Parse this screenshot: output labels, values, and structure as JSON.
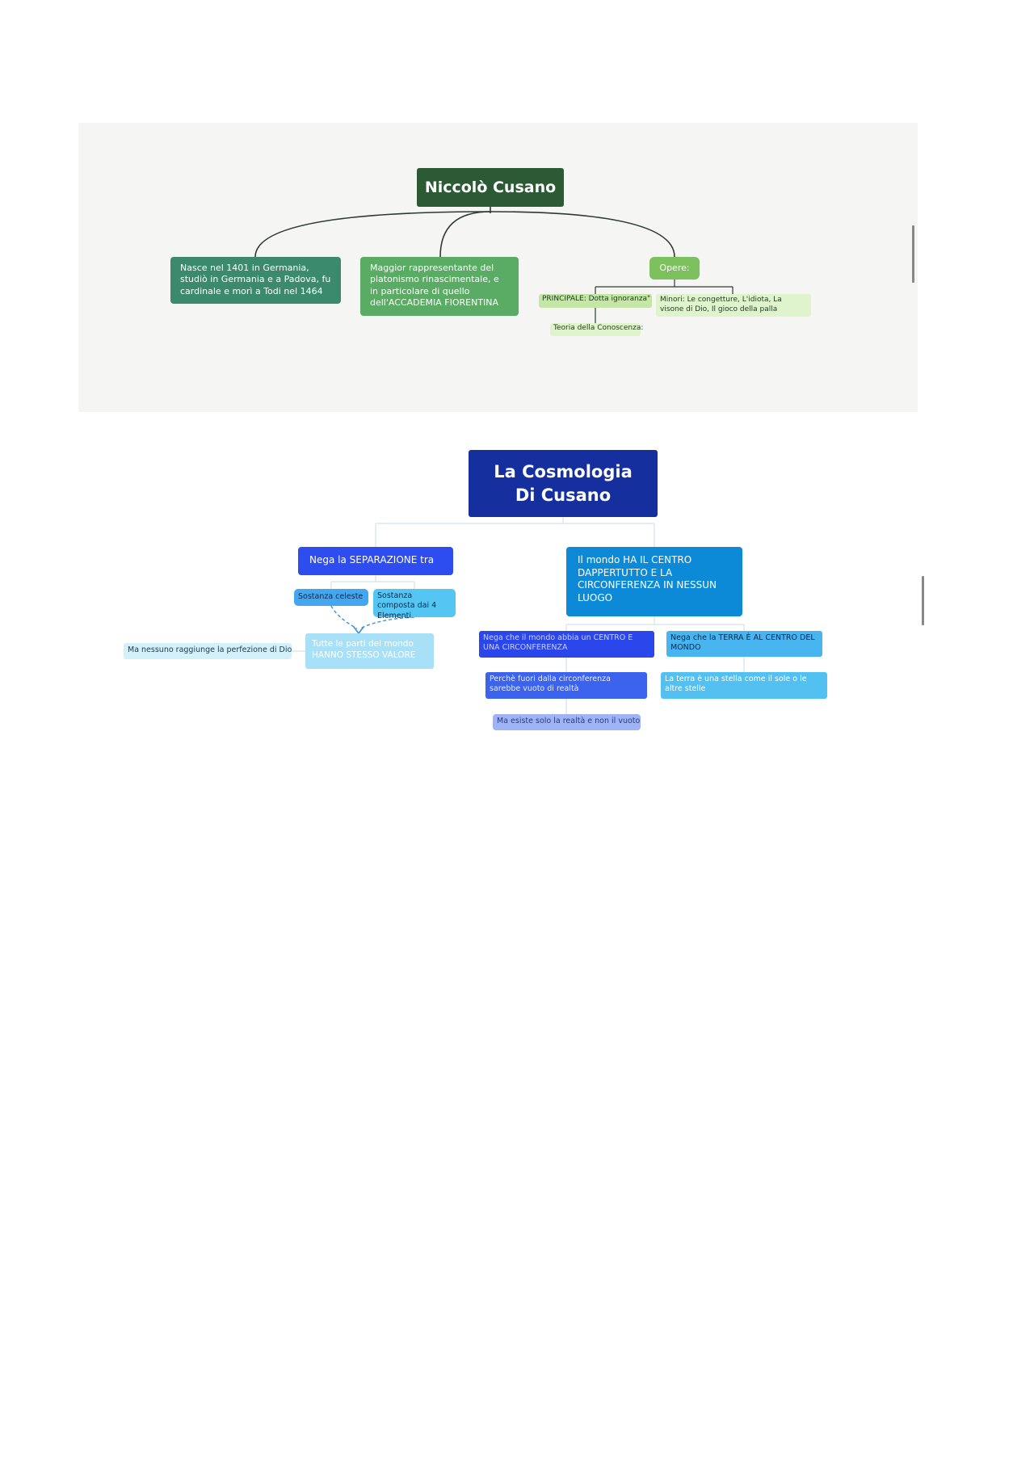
{
  "map1": {
    "root": "Niccolò Cusano",
    "birth": "Nasce nel 1401 in Germania, studiò in Germania e a Padova, fu cardinale e morì a Todi nel 1464",
    "representative": "Maggior rappresentante del platonismo rinascimentale, e in particolare di quello dell'ACCADEMIA FIORENTINA",
    "works": "Opere:",
    "works_main": "PRINCIPALE: Dotta ignoranza\"",
    "works_minor": "Minori: Le congetture, L'idiota, La visone di Dio, Il gioco della palla",
    "knowledge": "Teoria della Conoscenza:"
  },
  "map2": {
    "root": "La Cosmologia Di Cusano",
    "separation": "Nega la SEPARAZIONE tra",
    "world_center": "Il mondo HA IL CENTRO DAPPERTUTTO E LA CIRCONFERENZA IN NESSUN LUOGO",
    "celestial": "Sostanza celeste",
    "composed": "Sostanza composta dai 4 Elementi",
    "same_value": "Tutte le parti del mondo HANNO STESSO VALORE",
    "perfection": "Ma nessuno raggiunge la perfezione di Dio",
    "denies_center": "Nega che il mondo abbia un CENTRO E UNA CIRCONFERENZA",
    "denies_earth": "Nega che la TERRA È AL CENTRO DEL MONDO",
    "outside_void": "Perchè fuori dalla circonferenza sarebbe vuoto di realtà",
    "earth_star": "La terra è una stella come il sole o le altre stelle",
    "only_reality": "Ma esiste solo la realtà e non il vuoto"
  },
  "colors": {
    "map1_background": "#f5f5f3",
    "map1_root": "#2c5a34",
    "map2_root": "#162f9f",
    "map2_accent": "#2e4df0"
  }
}
